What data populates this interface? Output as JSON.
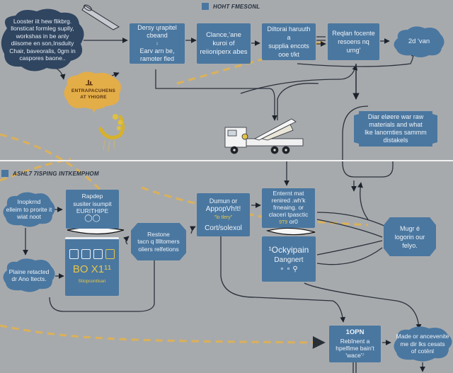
{
  "sections": {
    "top_label": "HOHT FMESONL",
    "bottom_label": "ASHL7 7ISPING INTKEMPHOM"
  },
  "colors": {
    "node_fill": "#4a77a0",
    "cloud_dark": "#2f4560",
    "background": "#a7aaad",
    "accent_dashed": "#e2b24e",
    "connector": "#3a4150",
    "highlight_text": "#e7c64a"
  },
  "top_flow": {
    "start_cloud": [
      "Looster iit hew flikbrg.",
      "llonsticat formleg suplly,",
      "workshas in be anly",
      "diisome en son,Insduity",
      "Chair, baveoralis, 0gm in",
      "caspores baone.."
    ],
    "box1": {
      "top": [
        "Dersy ųrapitel",
        "cbeand"
      ],
      "bottom": [
        "Earv arn be,",
        "ramoter fled"
      ]
    },
    "box2": [
      "Clance,'ane",
      "kuroi of",
      "reiioniperx abes"
    ],
    "box3": [
      "Diltorai haruuth a",
      "supplia encots",
      "ooe t/kt"
    ],
    "box4": [
      "Reqlan focente",
      "resoens nq urng'"
    ],
    "end_cloud": "2d 'van",
    "gold_bubble": [
      "ENTRAPACUHENS",
      "AT YHIORE"
    ],
    "gold_bubble_icon": "figure-icon",
    "plaque": [
      "Diar eløere war raw",
      "materials and what",
      "lke lanornties sammm",
      "distakels"
    ],
    "truck_icon": "concrete-pump-truck-icon",
    "pencil_icon": "pencil-icon",
    "hook_icon": "golden-hook-icon"
  },
  "bottom_flow": {
    "cloud1": [
      "Inopkrnd",
      "elleim to prorite it",
      "wiat noot"
    ],
    "cloud2": [
      "Plaine retacted",
      "dr Ano ltects."
    ],
    "card_top": [
      "Rapdep",
      "susiter isumpit",
      "EURITHIPE"
    ],
    "card_bottom": {
      "big": "BO X1¹¹",
      "small": "Stiopcontlsan",
      "icons": [
        "lock-icon-1",
        "lock-icon-2",
        "lock-icon-3",
        "lock-icon-4"
      ]
    },
    "octagon1": [
      "Restone",
      "tacn q ʬlltomers",
      "oliers relfetions"
    ],
    "box_mid": {
      "line1": "Dumun or",
      "line2": "AppopVh!t!",
      "highlight": "\"lo tlery\"",
      "line3": "Cort/solexol"
    },
    "box_entry": {
      "lines": [
        "Enternt mat",
        "renired .wh'k",
        "frneaing. or",
        "claceri tpasctic"
      ],
      "highlight": "9T9",
      "tail": "or0"
    },
    "box_docky": {
      "line1": "¹Ockyipain",
      "line2": "Dangnert",
      "icons": "search-icon"
    },
    "octagon2": [
      "Mugr é",
      "logorin our",
      "felyo."
    ],
    "box_final": {
      "title": "1OPN",
      "lines": [
        "Rebînent a",
        "hpelfime bain't",
        "'wace'⁷"
      ]
    },
    "end_cloud": [
      "Made or ancevenite",
      "me dir lks cesats",
      "of cotënl"
    ]
  }
}
